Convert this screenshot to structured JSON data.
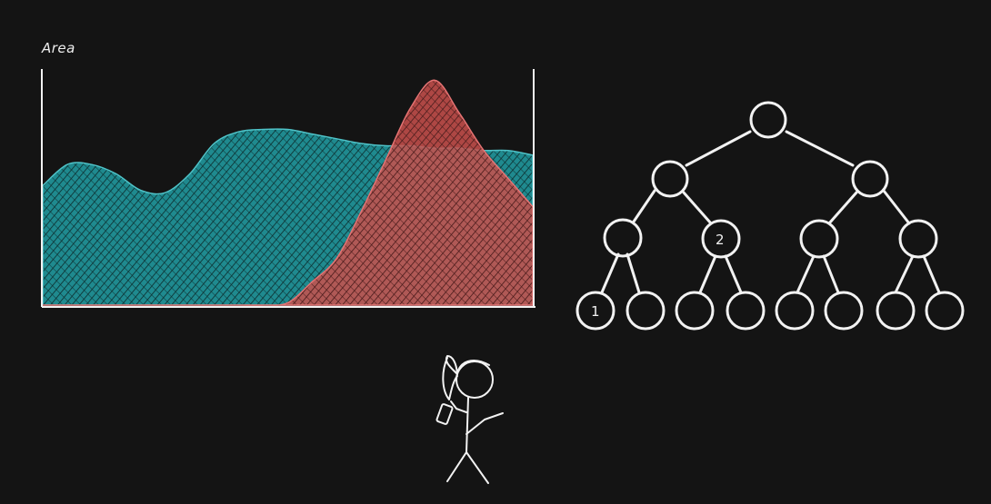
{
  "chart_data": {
    "type": "area",
    "title": "Area",
    "xlabel": "",
    "ylabel": "",
    "grid": false,
    "legend": "none",
    "series": [
      {
        "color": "#1f8a8f",
        "x": [
          0,
          5,
          10,
          15,
          20,
          25,
          30,
          35,
          40,
          45,
          50,
          55,
          60,
          65,
          70,
          75,
          80,
          85,
          90,
          95,
          100
        ],
        "values": [
          0.51,
          0.6,
          0.6,
          0.56,
          0.49,
          0.48,
          0.56,
          0.69,
          0.74,
          0.75,
          0.75,
          0.73,
          0.71,
          0.69,
          0.68,
          0.68,
          0.67,
          0.67,
          0.66,
          0.66,
          0.64
        ]
      },
      {
        "color": "#d9534f",
        "x": [
          0,
          5,
          10,
          15,
          20,
          25,
          30,
          35,
          40,
          45,
          50,
          55,
          60,
          65,
          70,
          75,
          80,
          85,
          90,
          95,
          100
        ],
        "values": [
          0,
          0,
          0,
          0,
          0,
          0,
          0,
          0,
          0,
          0,
          0.01,
          0.1,
          0.2,
          0.4,
          0.62,
          0.84,
          0.96,
          0.82,
          0.66,
          0.54,
          0.42
        ]
      }
    ]
  },
  "tree": {
    "node_label_a": "1",
    "node_label_b": "2"
  },
  "colors": {
    "background": "#141414",
    "stroke": "#f2f2f2",
    "teal": "#1f8a8f",
    "red": "#d9534f"
  }
}
